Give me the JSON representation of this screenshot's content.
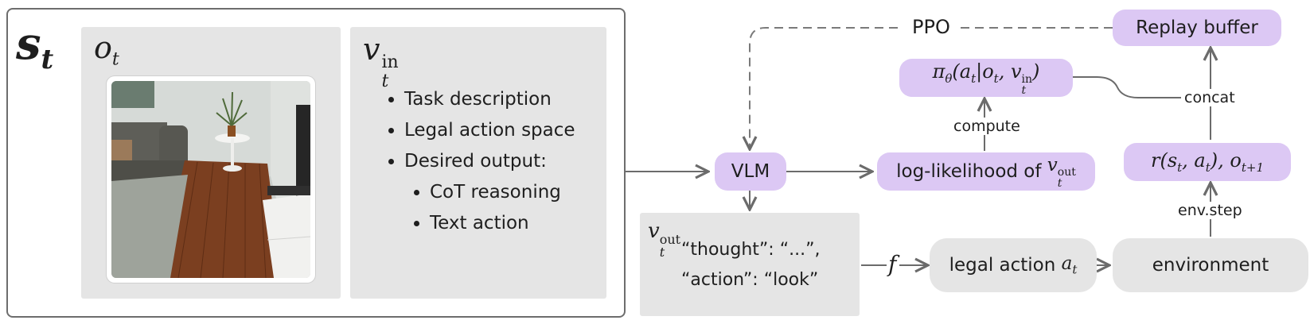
{
  "state": {
    "symbol": "s",
    "symbol_sub": "t",
    "observation": {
      "symbol": "o",
      "sub": "t",
      "image_icon": "living-room-scene-image"
    },
    "prompt_input": {
      "symbol": "v",
      "sub": "t",
      "sup": "in",
      "bullets": [
        "Task description",
        "Legal action space",
        "Desired output:"
      ],
      "sub_bullets": [
        "CoT reasoning",
        "Text action"
      ]
    }
  },
  "nodes": {
    "vlm": "VLM",
    "log_likelihood": "log-likelihood of",
    "log_likelihood_symbol": {
      "symbol": "v",
      "sub": "t",
      "sup": "out"
    },
    "policy": "π",
    "policy_sub": "θ",
    "policy_args": "(a",
    "policy_args_sub": "t",
    "policy_mid": "|o",
    "policy_mid_sub": "t",
    "policy_comma": ", v",
    "policy_v_sub": "t",
    "policy_v_sup": "in",
    "policy_close": ")",
    "replay_buffer": "Replay buffer",
    "reward": "r(s",
    "reward_sub": "t",
    "reward_mid": ", a",
    "reward_mid_sub": "t",
    "reward_close": "), o",
    "reward_o_sub": "t+1",
    "legal_action": "legal action",
    "legal_action_symbol": "a",
    "legal_action_sub": "t",
    "environment": "environment"
  },
  "output": {
    "symbol": "v",
    "sub": "t",
    "sup": "out",
    "line1": "“thought”: “...”,",
    "line2": "“action”: “look”"
  },
  "edge_labels": {
    "ppo": "PPO",
    "compute": "compute",
    "concat": "concat",
    "env_step": "env.step",
    "f": "f"
  },
  "colors": {
    "purple": "#dcc8f4",
    "gray_panel": "#e5e5e5",
    "frame": "#6d6d6d",
    "arrow": "#6b6b6b"
  }
}
